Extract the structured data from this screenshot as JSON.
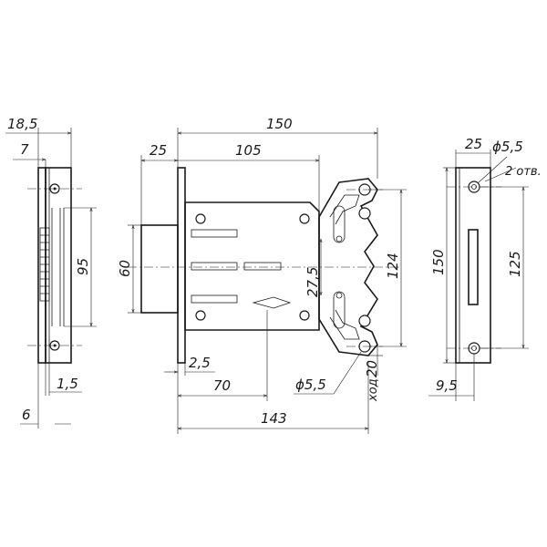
{
  "drawing": {
    "side_view": {
      "dims": {
        "overall_thickness": "18,5",
        "faceplate_offset": "7",
        "height": "95",
        "edge": "1,5",
        "min": "6"
      }
    },
    "front_view": {
      "dims": {
        "overall_length": "150",
        "backset": "25",
        "case_length": "105",
        "cylinder_height": "60",
        "bolt_height": "124",
        "spacing": "27,5",
        "faceplate_gap": "2,5",
        "center_distance": "70",
        "hole_diameter": "ϕ5,5",
        "throw": "20",
        "throw_label": "ход",
        "total_length": "143"
      }
    },
    "strike_view": {
      "dims": {
        "width": "25",
        "hole_diameter": "ϕ5,5",
        "holes_note": "2 отв.",
        "height": "150",
        "hole_spacing": "125",
        "offset": "9,5"
      }
    }
  }
}
